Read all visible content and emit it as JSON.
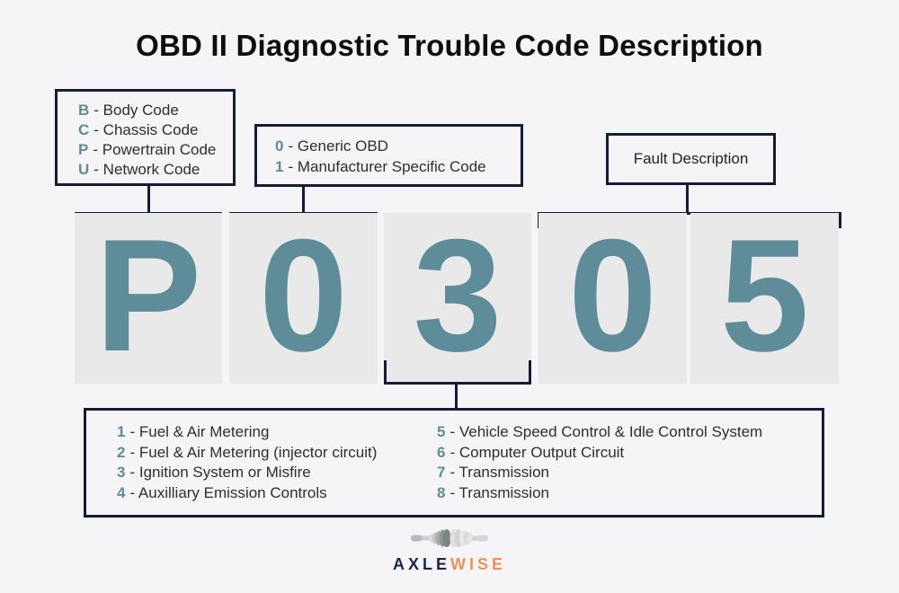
{
  "title": "OBD II Diagnostic Trouble Code Description",
  "colors": {
    "background": "#f5f4f6",
    "line_navy": "#151c38",
    "accent_teal": "#5f8c99",
    "digit_box_bg": "#e9e9ea",
    "logo_navy": "#1b2545",
    "logo_orange": "#f0915c",
    "text_dark": "#2e2e2e"
  },
  "code": {
    "digits": [
      "P",
      "0",
      "3",
      "0",
      "5"
    ]
  },
  "first_char_legend": {
    "items": [
      {
        "key": "B",
        "desc": "- Body Code"
      },
      {
        "key": "C",
        "desc": "- Chassis Code"
      },
      {
        "key": "P",
        "desc": "- Powertrain Code"
      },
      {
        "key": "U",
        "desc": "- Network Code"
      }
    ]
  },
  "code_type_legend": {
    "items": [
      {
        "key": "0",
        "desc": "- Generic OBD"
      },
      {
        "key": "1",
        "desc": "- Manufacturer Specific Code"
      }
    ]
  },
  "fault_description_label": "Fault Description",
  "subsystem_legend": {
    "left": [
      {
        "key": "1",
        "desc": "- Fuel & Air Metering"
      },
      {
        "key": "2",
        "desc": "- Fuel & Air Metering (injector circuit)"
      },
      {
        "key": "3",
        "desc": "- Ignition System or Misfire"
      },
      {
        "key": "4",
        "desc": "- Auxilliary Emission Controls"
      }
    ],
    "right": [
      {
        "key": "5",
        "desc": "- Vehicle Speed Control & Idle Control System"
      },
      {
        "key": "6",
        "desc": "- Computer Output Circuit"
      },
      {
        "key": "7",
        "desc": "- Transmission"
      },
      {
        "key": "8",
        "desc": "- Transmission"
      }
    ]
  },
  "logo": {
    "icon": "axle-icon",
    "brand_part1": "AXLE",
    "brand_part2": "WISE"
  }
}
